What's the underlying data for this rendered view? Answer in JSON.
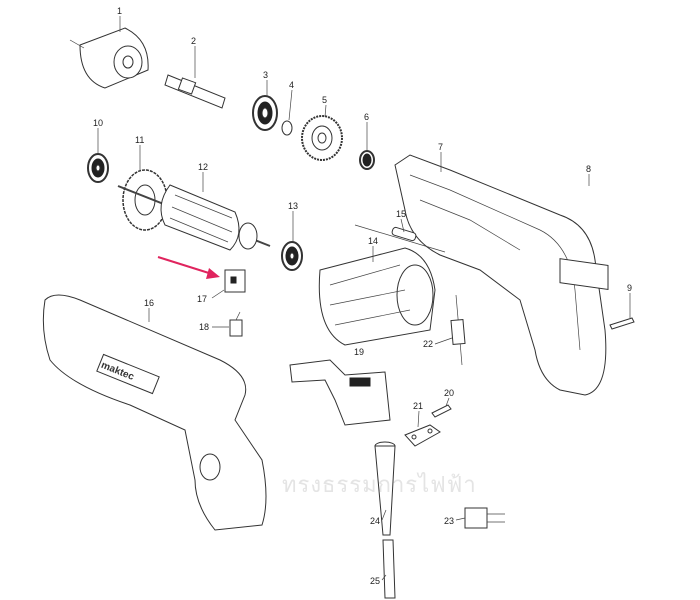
{
  "watermark": "ทรงธรรมการไฟฟ้า",
  "arrow_color": "#e0245e",
  "brand_on_housing": "maktec",
  "labels": [
    "1",
    "2",
    "3",
    "4",
    "5",
    "6",
    "7",
    "8",
    "9",
    "10",
    "11",
    "12",
    "13",
    "14",
    "15",
    "16",
    "17",
    "18",
    "19",
    "20",
    "21",
    "22",
    "23",
    "24",
    "25"
  ]
}
